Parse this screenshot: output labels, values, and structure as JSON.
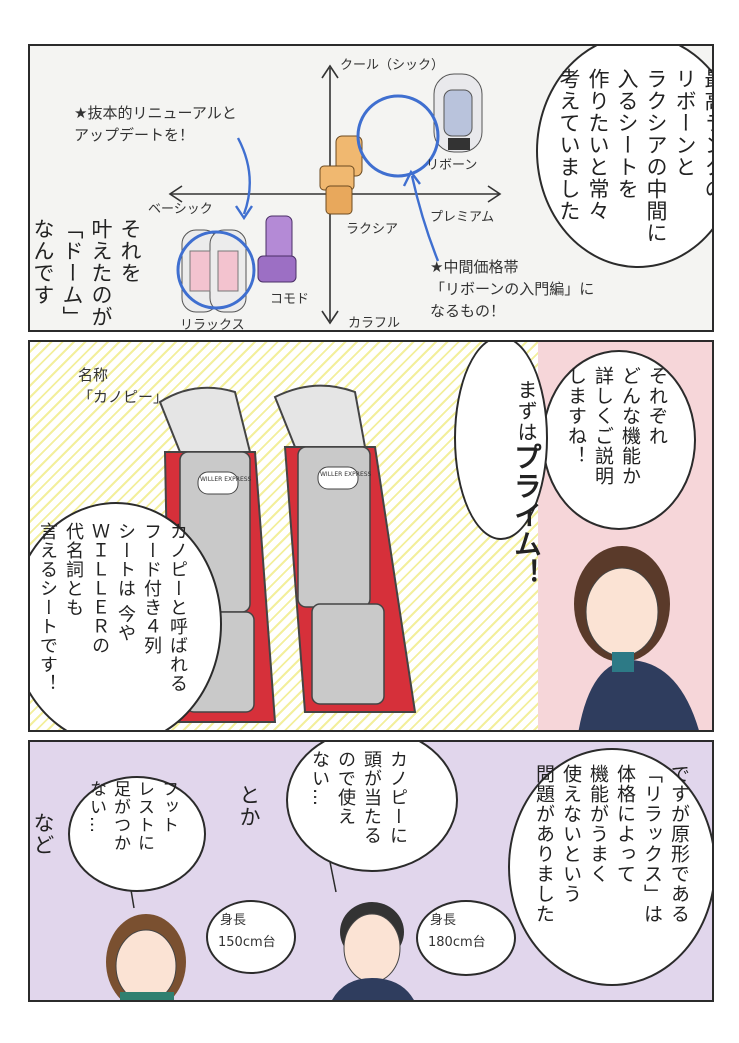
{
  "panel1": {
    "narration": "最高ランクの\nリボーンと\nラクシアの中間に\n入るシートを\n作りたいと常々\n考えていました",
    "caption_left": "それを\n叶えたのが\n「ドーム」\nなんです",
    "axis": {
      "top": "クール（シック）",
      "bottom": "カラフル",
      "left": "ベーシック",
      "right": "プレミアム"
    },
    "seats": {
      "reborn": "リボーン",
      "luxia": "ラクシア",
      "comodo": "コモド",
      "relax": "リラックス"
    },
    "note_renewal": "★抜本的リニューアルと\nアップデートを！",
    "note_mid": "★中間価格帯\n「リボーンの入門編」に\nなるもの！"
  },
  "panel2": {
    "canopy_label": "名称\n「カノピー」",
    "speech_right": "それぞれ\nどんな機能か\n詳しくご説明\nしますね！",
    "speech_prime_prefix": "まずは",
    "speech_prime": "プライム！",
    "caption_left": "カノピーと呼ばれる\nフード付き４列\nシートは 今や\nＷＩＬＬＥＲの\n代名詞とも\n言えるシートです！",
    "headrest_brand": "WILLER EXPRESS"
  },
  "panel3": {
    "speech_right": "ですが原形である\n「リラックス」は\n体格によって\n機能がうまく\n使えないという\n問題がありました",
    "speech_man": "カノピーに\n頭が当たる\nので使え\nない…",
    "speech_woman": "フット\nレストに\n足がつか\nない…",
    "toka": "とか",
    "nado": "など",
    "height_woman_label": "身長",
    "height_woman": "150cm台",
    "height_man_label": "身長",
    "height_man": "180cm台"
  },
  "colors": {
    "ink": "#2b2b2b",
    "panel1_bg": "#f4f4f2",
    "panel2_stripe": "#f3ef9c",
    "panel2_pink": "#f6d6d9",
    "panel3_bg": "#e1d6ec",
    "circle_blue": "#3f6fd0",
    "seat_red": "#d6303a",
    "seat_gray": "#c9c9c9"
  }
}
